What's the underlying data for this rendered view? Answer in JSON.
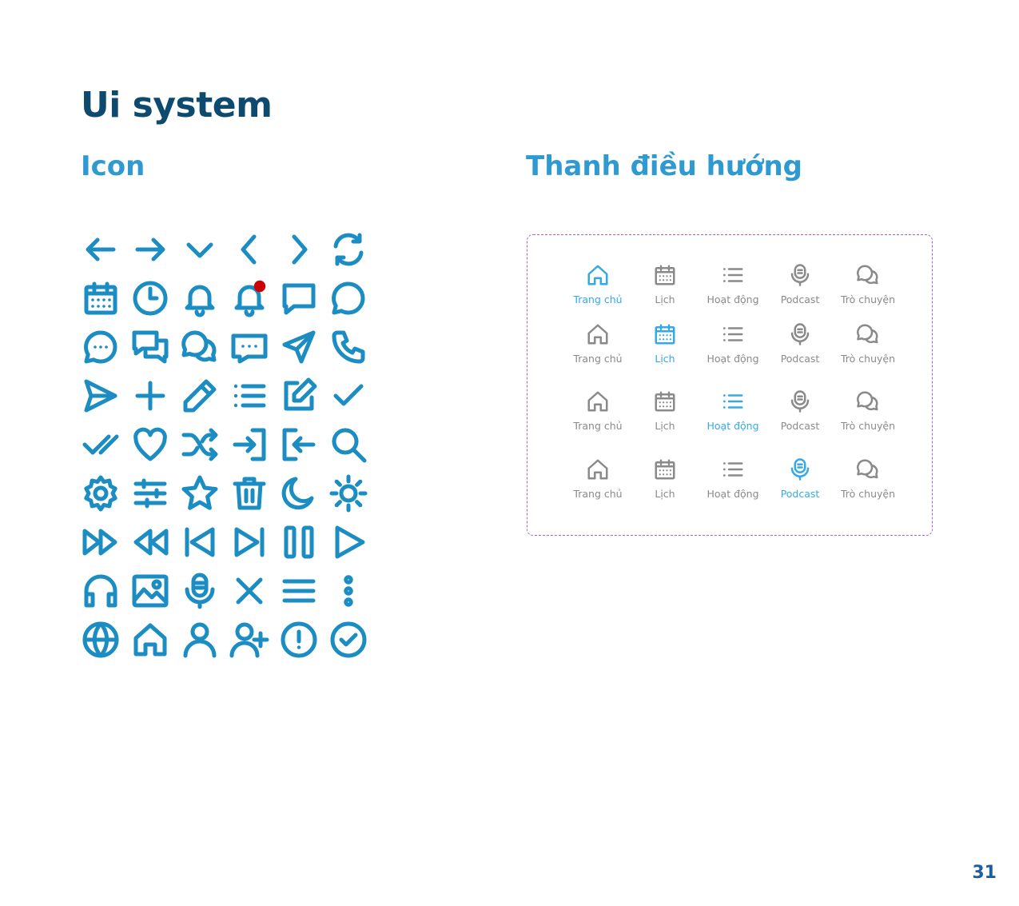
{
  "page": {
    "title": "Ui system",
    "number": "31"
  },
  "sections": {
    "icon_title": "Icon",
    "nav_title": "Thanh điều hướng"
  },
  "colors": {
    "title": "#0d4a6e",
    "section": "#2f9ad1",
    "icon_stroke": "#1b8dc2",
    "notification_dot": "#cc0000",
    "nav_inactive": "#8a8a8a",
    "nav_active": "#35a9e3",
    "frame_border": "#a463e6"
  },
  "icon_grid": [
    [
      "arrow-left-icon",
      "arrow-right-icon",
      "chevron-down-icon",
      "chevron-left-icon",
      "chevron-right-icon",
      "refresh-icon"
    ],
    [
      "calendar-icon",
      "clock-icon",
      "bell-icon",
      "bell-notification-icon",
      "message-square-icon",
      "message-circle-icon"
    ],
    [
      "message-dots-icon",
      "messages-icon",
      "chats-circle-icon",
      "message-box-dots-icon",
      "navigation-icon",
      "phone-icon"
    ],
    [
      "send-icon",
      "plus-icon",
      "pencil-icon",
      "list-icon",
      "edit-icon",
      "check-icon"
    ],
    [
      "double-check-icon",
      "heart-icon",
      "shuffle-icon",
      "login-icon",
      "logout-icon",
      "search-icon"
    ],
    [
      "settings-icon",
      "sliders-icon",
      "star-icon",
      "trash-icon",
      "moon-icon",
      "sun-icon"
    ],
    [
      "fast-forward-icon",
      "rewind-icon",
      "skip-back-icon",
      "skip-forward-icon",
      "pause-icon",
      "play-icon"
    ],
    [
      "headphones-icon",
      "image-icon",
      "microphone-icon",
      "close-icon",
      "menu-icon",
      "more-vertical-icon"
    ],
    [
      "globe-icon",
      "home-icon",
      "user-icon",
      "user-plus-icon",
      "alert-circle-icon",
      "check-circle-icon"
    ]
  ],
  "nav_bars": [
    {
      "active": 0,
      "items": [
        {
          "icon": "home-icon",
          "label": "Trang chủ"
        },
        {
          "icon": "calendar-icon",
          "label": "Lịch"
        },
        {
          "icon": "list-icon",
          "label": "Hoạt động"
        },
        {
          "icon": "podcast-icon",
          "label": "Podcast"
        },
        {
          "icon": "chat-icon",
          "label": "Trò chuyện"
        }
      ]
    },
    {
      "active": 1,
      "items": [
        {
          "icon": "home-icon",
          "label": "Trang chủ"
        },
        {
          "icon": "calendar-icon",
          "label": "Lịch"
        },
        {
          "icon": "list-icon",
          "label": "Hoạt động"
        },
        {
          "icon": "podcast-icon",
          "label": "Podcast"
        },
        {
          "icon": "chat-icon",
          "label": "Trò chuyện"
        }
      ]
    },
    {
      "active": 2,
      "items": [
        {
          "icon": "home-icon",
          "label": "Trang chủ"
        },
        {
          "icon": "calendar-icon",
          "label": "Lịch"
        },
        {
          "icon": "list-icon",
          "label": "Hoạt động"
        },
        {
          "icon": "podcast-icon",
          "label": "Podcast"
        },
        {
          "icon": "chat-icon",
          "label": "Trò chuyện"
        }
      ]
    },
    {
      "active": 3,
      "items": [
        {
          "icon": "home-icon",
          "label": "Trang chủ"
        },
        {
          "icon": "calendar-icon",
          "label": "Lịch"
        },
        {
          "icon": "list-icon",
          "label": "Hoạt động"
        },
        {
          "icon": "podcast-icon",
          "label": "Podcast"
        },
        {
          "icon": "chat-icon",
          "label": "Trò chuyện"
        }
      ]
    }
  ]
}
